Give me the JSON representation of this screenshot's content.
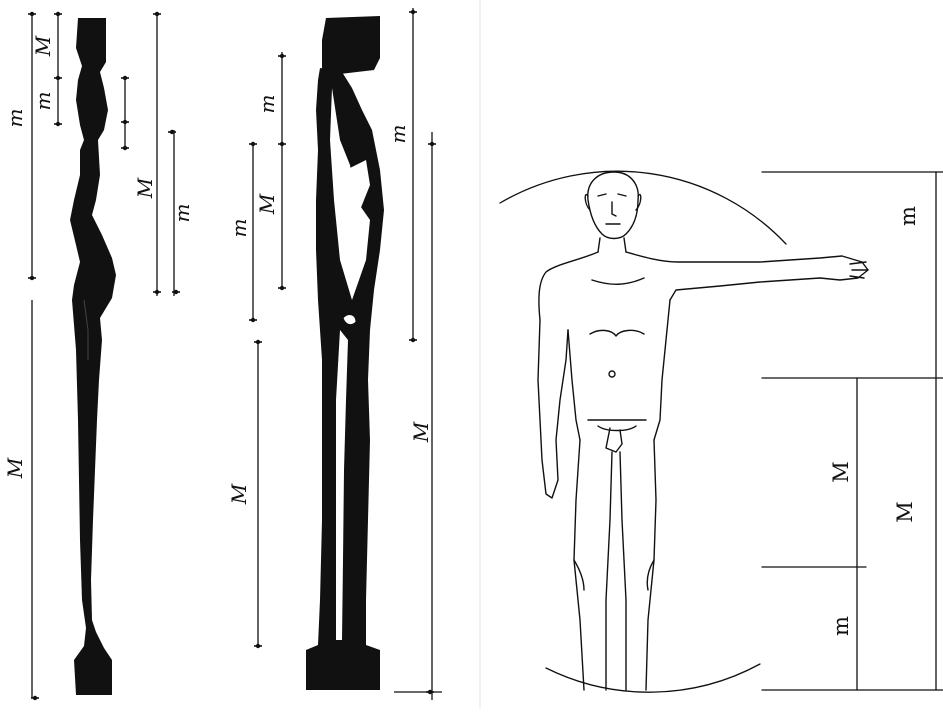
{
  "panels": {
    "statue_left": {
      "labels": {
        "top_M": "M",
        "top_m_small": "m",
        "side_m": "m",
        "right_M": "M",
        "right_m": "m",
        "bottom_M": "M"
      }
    },
    "statue_right": {
      "labels": {
        "upper_m": "m",
        "inner_M": "M",
        "left_m": "m",
        "right_m": "m",
        "lower_M": "M",
        "long_M": "M"
      }
    },
    "human_figure": {
      "labels": {
        "top_m": "m",
        "middle_M": "M",
        "bottom_m": "m",
        "right_M": "M"
      }
    }
  },
  "colors": {
    "ink": "#111111",
    "paper": "#ffffff"
  }
}
